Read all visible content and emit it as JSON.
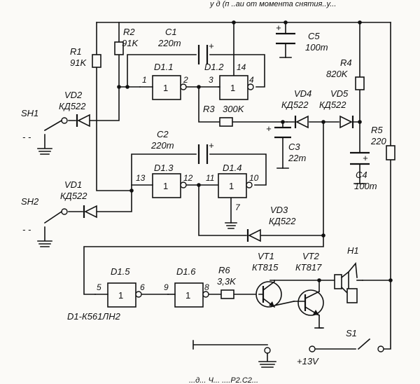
{
  "header_text": "у д (п ..аи от момента снятия..у...",
  "footer_text": "...д... Ч... ....Р2.С2...",
  "components": {
    "R1": {
      "ref": "R1",
      "value": "91K"
    },
    "R2": {
      "ref": "R2",
      "value": "91K"
    },
    "C1": {
      "ref": "C1",
      "value": "220m"
    },
    "C2": {
      "ref": "C2",
      "value": "220m"
    },
    "C3": {
      "ref": "C3",
      "value": "22m"
    },
    "C4": {
      "ref": "C4",
      "value": "100m"
    },
    "C5": {
      "ref": "C5",
      "value": "100m"
    },
    "R3": {
      "ref": "R3",
      "value": "300K"
    },
    "R4": {
      "ref": "R4",
      "value": "820K"
    },
    "R5": {
      "ref": "R5",
      "value": "220"
    },
    "R6": {
      "ref": "R6",
      "value": "3,3K"
    },
    "VD1": {
      "ref": "VD1",
      "value": "КД522"
    },
    "VD2": {
      "ref": "VD2",
      "value": "КД522"
    },
    "VD3": {
      "ref": "VD3",
      "value": "КД522"
    },
    "VD4": {
      "ref": "VD4",
      "value": "КД522"
    },
    "VD5": {
      "ref": "VD5",
      "value": "КД522"
    },
    "VT1": {
      "ref": "VT1",
      "value": "КТ815"
    },
    "VT2": {
      "ref": "VT2",
      "value": "КТ817"
    },
    "SH1": {
      "ref": "SH1"
    },
    "SH2": {
      "ref": "SH2"
    },
    "H1": {
      "ref": "H1"
    },
    "S1": {
      "ref": "S1"
    },
    "D1.1": {
      "ref": "D1.1"
    },
    "D1.2": {
      "ref": "D1.2"
    },
    "D1.3": {
      "ref": "D1.3"
    },
    "D1.4": {
      "ref": "D1.4"
    },
    "D1.5": {
      "ref": "D1.5"
    },
    "D1.6": {
      "ref": "D1.6"
    }
  },
  "pins": {
    "d11_in": "1",
    "d11_out": "2",
    "d12_in": "3",
    "d12_out": "4",
    "d12_vcc": "14",
    "d13_in": "13",
    "d13_out": "12",
    "d14_in": "11",
    "d14_out": "10",
    "d14_gnd": "7",
    "d15_in": "5",
    "d15_out": "6",
    "d16_in": "9",
    "d16_out": "8"
  },
  "gate_symbol": "1",
  "chip_note": "D1-К561ЛН2",
  "supply_label": "+13V",
  "polarity": "+",
  "switch_marks": "- -"
}
